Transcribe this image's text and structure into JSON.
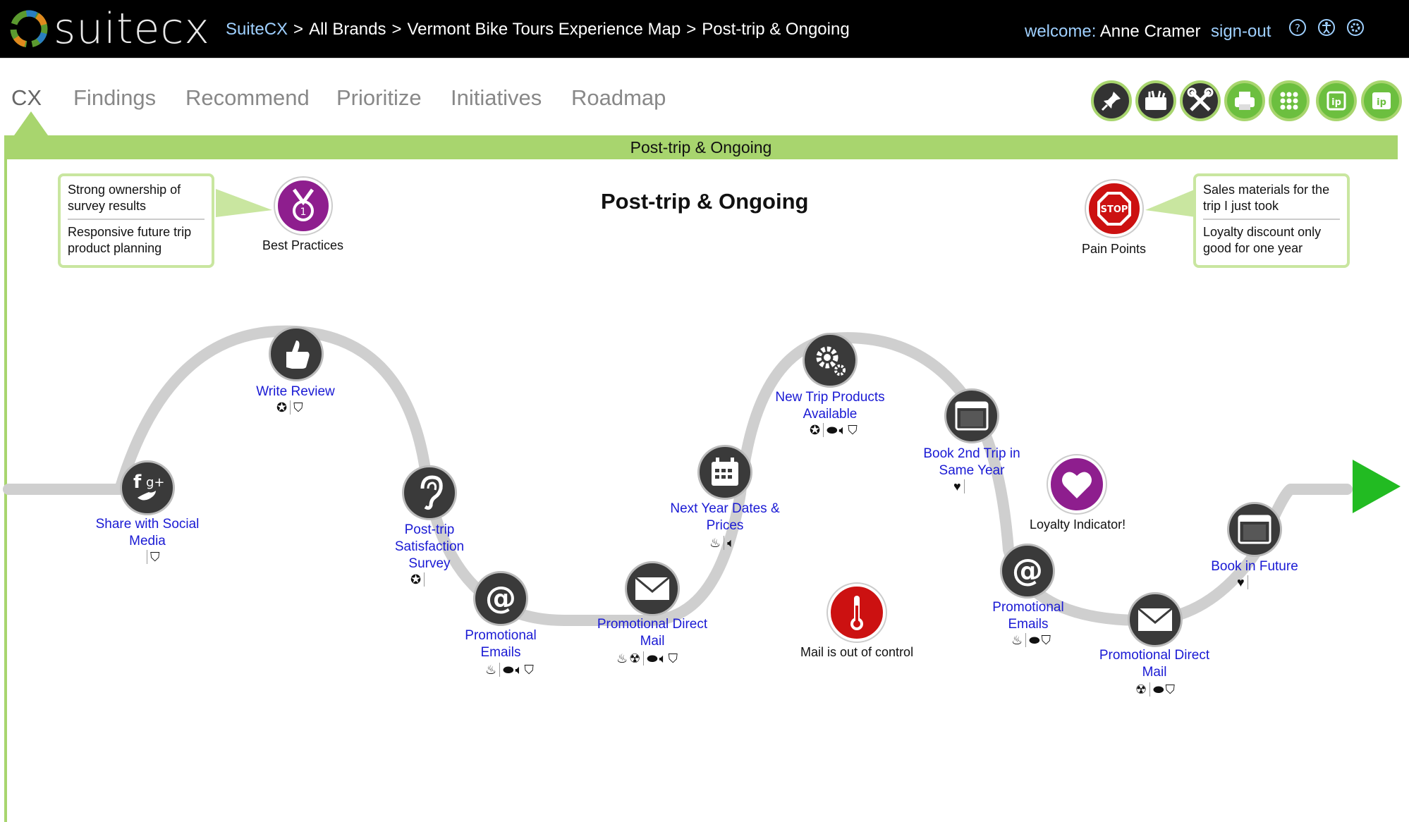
{
  "topbar": {
    "logo_text": "suitecx",
    "breadcrumb": [
      "SuiteCX",
      "All Brands",
      "Vermont Bike Tours Experience Map",
      "Post-trip & Ongoing"
    ],
    "breadcrumb_sep": ">",
    "welcome_label": "welcome:",
    "user_name": "Anne Cramer",
    "signout": "sign-out",
    "icons": [
      "help-icon",
      "accessibility-icon",
      "settings-icon"
    ]
  },
  "nav": {
    "tabs": [
      "CX",
      "Findings",
      "Recommend",
      "Prioritize",
      "Initiatives",
      "Roadmap"
    ],
    "active_tab": "CX",
    "tools": [
      "pin-icon",
      "toolbox-icon",
      "tools-icon",
      "print-icon",
      "grid-icon",
      "import-export-icon",
      "report-icon"
    ]
  },
  "stage": {
    "bar_label": "Post-trip & Ongoing",
    "title": "Post-trip & Ongoing"
  },
  "best_practices": {
    "label": "Best Practices",
    "items": [
      "Strong ownership of survey results",
      "Responsive future trip product planning"
    ]
  },
  "pain_points": {
    "label": "Pain Points",
    "icon_text": "STOP",
    "items": [
      "Sales materials for the trip I just took",
      "Loyalty discount only good for one year"
    ]
  },
  "indicators": {
    "loyalty": "Loyalty Indicator!",
    "mail": "Mail is out of control"
  },
  "touchpoints": [
    {
      "label": "Share with Social Media",
      "icon": "social-media-icon",
      "badges": [
        "mask"
      ]
    },
    {
      "label": "Write Review",
      "icon": "thumbs-up-icon",
      "badges": [
        "star",
        "mask"
      ]
    },
    {
      "label": "Post-trip Satisfaction Survey",
      "icon": "ear-icon",
      "badges": [
        "star"
      ]
    },
    {
      "label": "Promotional Emails",
      "icon": "email-at-icon",
      "badges": [
        "fire",
        "pill",
        "speaker",
        "mask"
      ]
    },
    {
      "label": "Promotional Direct Mail",
      "icon": "envelope-icon",
      "badges": [
        "fire",
        "radiation",
        "pill",
        "speaker",
        "mask"
      ]
    },
    {
      "label": "Next Year Dates & Prices",
      "icon": "calendar-icon",
      "badges": [
        "fire",
        "speaker"
      ]
    },
    {
      "label": "New Trip Products Available",
      "icon": "gears-icon",
      "badges": [
        "star",
        "pill",
        "speaker",
        "mask"
      ]
    },
    {
      "label": "Book 2nd Trip in Same Year",
      "icon": "browser-icon",
      "badges": [
        "heart"
      ]
    },
    {
      "label": "Promotional Emails",
      "icon": "email-at-icon",
      "badges": [
        "fire",
        "pill",
        "mask"
      ]
    },
    {
      "label": "Promotional Direct Mail",
      "icon": "envelope-icon",
      "badges": [
        "radiation",
        "pill",
        "mask"
      ]
    },
    {
      "label": "Book in Future",
      "icon": "browser-icon",
      "badges": [
        "heart"
      ]
    }
  ],
  "colors": {
    "accent_green": "#a8d56e",
    "link_blue": "#1a1ad4",
    "best_practice_purple": "#8e1e8e",
    "pain_red": "#cc1111",
    "arrow_green": "#22bb22"
  }
}
